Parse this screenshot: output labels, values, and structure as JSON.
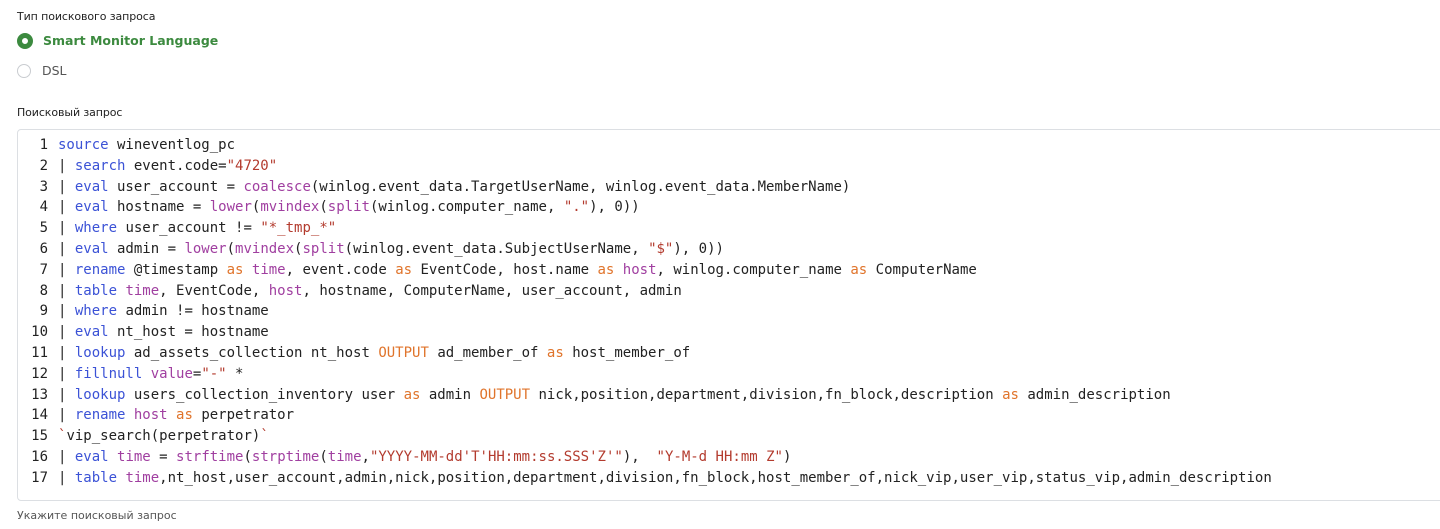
{
  "form": {
    "type_label": "Тип поискового запроса",
    "query_label": "Поисковый запрос",
    "hint": "Укажите поисковый запрос"
  },
  "query_types": [
    {
      "label": "Smart Monitor Language",
      "checked": true
    },
    {
      "label": "DSL",
      "checked": false
    }
  ],
  "colors": {
    "accent": "#3c8a3f",
    "keyword": "#3b52d6",
    "function": "#a03fa0",
    "string": "#b33b2e",
    "operator_kw": "#e0742b"
  },
  "code_lines": [
    [
      [
        "kw",
        "source"
      ],
      [
        "pl",
        " wineventlog_pc"
      ]
    ],
    [
      [
        "pl",
        "| "
      ],
      [
        "kw",
        "search"
      ],
      [
        "pl",
        " event.code="
      ],
      [
        "str",
        "\"4720\""
      ]
    ],
    [
      [
        "pl",
        "| "
      ],
      [
        "kw",
        "eval"
      ],
      [
        "pl",
        " user_account = "
      ],
      [
        "fn",
        "coalesce"
      ],
      [
        "pl",
        "(winlog.event_data.TargetUserName, winlog.event_data.MemberName)"
      ]
    ],
    [
      [
        "pl",
        "| "
      ],
      [
        "kw",
        "eval"
      ],
      [
        "pl",
        " hostname = "
      ],
      [
        "fn",
        "lower"
      ],
      [
        "pl",
        "("
      ],
      [
        "fn",
        "mvindex"
      ],
      [
        "pl",
        "("
      ],
      [
        "fn",
        "split"
      ],
      [
        "pl",
        "(winlog.computer_name, "
      ],
      [
        "str",
        "\".\""
      ],
      [
        "pl",
        "), 0))"
      ]
    ],
    [
      [
        "pl",
        "| "
      ],
      [
        "kw",
        "where"
      ],
      [
        "pl",
        " user_account != "
      ],
      [
        "str",
        "\"*_tmp_*\""
      ]
    ],
    [
      [
        "pl",
        "| "
      ],
      [
        "kw",
        "eval"
      ],
      [
        "pl",
        " admin = "
      ],
      [
        "fn",
        "lower"
      ],
      [
        "pl",
        "("
      ],
      [
        "fn",
        "mvindex"
      ],
      [
        "pl",
        "("
      ],
      [
        "fn",
        "split"
      ],
      [
        "pl",
        "(winlog.event_data.SubjectUserName, "
      ],
      [
        "str",
        "\"$\""
      ],
      [
        "pl",
        "), 0))"
      ]
    ],
    [
      [
        "pl",
        "| "
      ],
      [
        "kw",
        "rename"
      ],
      [
        "pl",
        " @timestamp "
      ],
      [
        "op",
        "as"
      ],
      [
        "pl",
        " "
      ],
      [
        "fn",
        "time"
      ],
      [
        "pl",
        ", event.code "
      ],
      [
        "op",
        "as"
      ],
      [
        "pl",
        " EventCode, host.name "
      ],
      [
        "op",
        "as"
      ],
      [
        "pl",
        " "
      ],
      [
        "fn",
        "host"
      ],
      [
        "pl",
        ", winlog.computer_name "
      ],
      [
        "op",
        "as"
      ],
      [
        "pl",
        " ComputerName"
      ]
    ],
    [
      [
        "pl",
        "| "
      ],
      [
        "kw",
        "table"
      ],
      [
        "pl",
        " "
      ],
      [
        "fn",
        "time"
      ],
      [
        "pl",
        ", EventCode, "
      ],
      [
        "fn",
        "host"
      ],
      [
        "pl",
        ", hostname, ComputerName, user_account, admin"
      ]
    ],
    [
      [
        "pl",
        "| "
      ],
      [
        "kw",
        "where"
      ],
      [
        "pl",
        " admin != hostname"
      ]
    ],
    [
      [
        "pl",
        "| "
      ],
      [
        "kw",
        "eval"
      ],
      [
        "pl",
        " nt_host = hostname"
      ]
    ],
    [
      [
        "pl",
        "| "
      ],
      [
        "kw",
        "lookup"
      ],
      [
        "pl",
        " ad_assets_collection nt_host "
      ],
      [
        "op",
        "OUTPUT"
      ],
      [
        "pl",
        " ad_member_of "
      ],
      [
        "op",
        "as"
      ],
      [
        "pl",
        " host_member_of"
      ]
    ],
    [
      [
        "pl",
        "| "
      ],
      [
        "kw",
        "fillnull"
      ],
      [
        "pl",
        " "
      ],
      [
        "fn",
        "value"
      ],
      [
        "pl",
        "="
      ],
      [
        "str",
        "\"-\""
      ],
      [
        "pl",
        " *"
      ]
    ],
    [
      [
        "pl",
        "| "
      ],
      [
        "kw",
        "lookup"
      ],
      [
        "pl",
        " users_collection_inventory user "
      ],
      [
        "op",
        "as"
      ],
      [
        "pl",
        " admin "
      ],
      [
        "op",
        "OUTPUT"
      ],
      [
        "pl",
        " nick,position,department,division,fn_block,description "
      ],
      [
        "op",
        "as"
      ],
      [
        "pl",
        " admin_description"
      ]
    ],
    [
      [
        "pl",
        "| "
      ],
      [
        "kw",
        "rename"
      ],
      [
        "pl",
        " "
      ],
      [
        "fn",
        "host"
      ],
      [
        "pl",
        " "
      ],
      [
        "op",
        "as"
      ],
      [
        "pl",
        " perpetrator"
      ]
    ],
    [
      [
        "str",
        "`"
      ],
      [
        "pl",
        "vip_search(perpetrator)"
      ],
      [
        "str",
        "`"
      ]
    ],
    [
      [
        "pl",
        "| "
      ],
      [
        "kw",
        "eval"
      ],
      [
        "pl",
        " "
      ],
      [
        "fn",
        "time"
      ],
      [
        "pl",
        " = "
      ],
      [
        "fn",
        "strftime"
      ],
      [
        "pl",
        "("
      ],
      [
        "fn",
        "strptime"
      ],
      [
        "pl",
        "("
      ],
      [
        "fn",
        "time"
      ],
      [
        "pl",
        ","
      ],
      [
        "str",
        "\"YYYY-MM-dd'T'HH:mm:ss.SSS'Z'\""
      ],
      [
        "pl",
        "),  "
      ],
      [
        "str",
        "\"Y-M-d HH:mm Z\""
      ],
      [
        "pl",
        ")"
      ]
    ],
    [
      [
        "pl",
        "| "
      ],
      [
        "kw",
        "table"
      ],
      [
        "pl",
        " "
      ],
      [
        "fn",
        "time"
      ],
      [
        "pl",
        ",nt_host,user_account,admin,nick,position,department,division,fn_block,host_member_of,nick_vip,user_vip,status_vip,admin_description"
      ]
    ]
  ]
}
